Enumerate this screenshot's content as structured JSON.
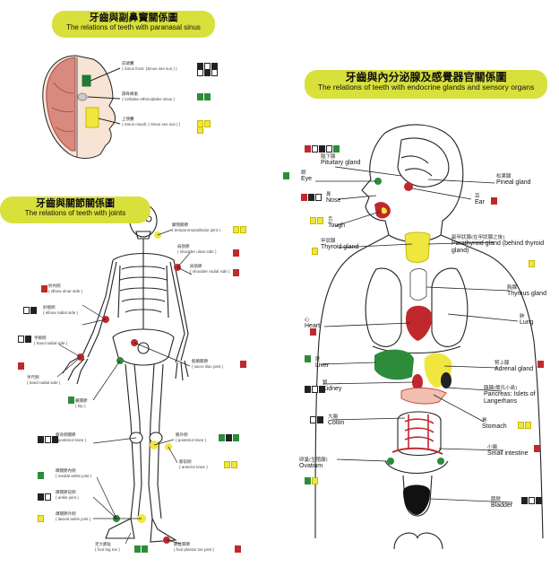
{
  "sinus": {
    "title_zh": "牙齒與副鼻竇關係圖",
    "title_en": "The relations of teeth with paranasal sinus",
    "labels": [
      {
        "zh": "前頭竇",
        "en": "( Sinus front. (Sinus ses sus ) )"
      },
      {
        "zh": "篩骨蜂巢",
        "en": "( Cellulae ethmoidales sinus )"
      },
      {
        "zh": "上顎竇",
        "en": "( Sinus maxill. ( Sinus ses sus ) )"
      }
    ]
  },
  "joints": {
    "title_zh": "牙齒與關節關係圖",
    "title_en": "The relations of teeth with joints",
    "labels": [
      {
        "zh": "顳顎關節",
        "en": "( temporomandibular joint )"
      },
      {
        "zh": "肩肋節",
        "en": "( shoulder ulnar side )"
      },
      {
        "zh": "肩肋節",
        "en": "( shoulder radial side )"
      },
      {
        "zh": "肘內側",
        "en": "( elbow ulnar side )"
      },
      {
        "zh": "肘橈側",
        "en": "( elbow radial side )"
      },
      {
        "zh": "手腕側",
        "en": "( hand radial side )"
      },
      {
        "zh": "手尺側",
        "en": "( hand radial side )"
      },
      {
        "zh": "骶骼關節",
        "en": "( sacro iliac joint )"
      },
      {
        "zh": "髖關節",
        "en": "( hip )"
      },
      {
        "zh": "膝背側關節",
        "en": "( posterior knee )"
      },
      {
        "zh": "膝外側",
        "en": "( posterior knee )"
      },
      {
        "zh": "膝前側",
        "en": "( anterior knee )"
      },
      {
        "zh": "踝關節內側",
        "en": "( medial ankle joint )"
      },
      {
        "zh": "踝關節前側",
        "en": "( ankle joint )"
      },
      {
        "zh": "踝關節外側",
        "en": "( lateral ankle joint )"
      },
      {
        "zh": "足大蹠趾",
        "en": "( foot big toe )"
      },
      {
        "zh": "蹠趾關節",
        "en": "( foot plantar toe joint )"
      }
    ]
  },
  "endocrine": {
    "title_zh": "牙齒與內分泌腺及感覺器官關係圖",
    "title_en": "The relations of teeth with endocrine glands and sensory organs",
    "labels": [
      {
        "zh": "腦下腺",
        "en": "Pituitary gland"
      },
      {
        "zh": "眼",
        "en": "Eye"
      },
      {
        "zh": "鼻",
        "en": "Nose"
      },
      {
        "zh": "舌",
        "en": "Tough"
      },
      {
        "zh": "甲狀腺",
        "en": "Thyroid gland"
      },
      {
        "zh": "松果腺",
        "en": "Pineal gland"
      },
      {
        "zh": "耳",
        "en": "Ear"
      },
      {
        "zh": "副甲狀腺(在甲狀腺之後)",
        "en": "Parathyroid gland (behind thyroid gland)"
      },
      {
        "zh": "胸腺",
        "en": "Thymus gland"
      },
      {
        "zh": "心",
        "en": "Heart"
      },
      {
        "zh": "肺",
        "en": "Lung"
      },
      {
        "zh": "肝",
        "en": "Liver"
      },
      {
        "zh": "腎上腺",
        "en": "Adrenal gland"
      },
      {
        "zh": "腎",
        "en": "Kidney"
      },
      {
        "zh": "胰臟(蘭氏小島)",
        "en": "Pancreas: Islets of Langerhans"
      },
      {
        "zh": "大腸",
        "en": "Colon"
      },
      {
        "zh": "胃",
        "en": "Stomach"
      },
      {
        "zh": "小腸",
        "en": "Small intestine"
      },
      {
        "zh": "卵巢(生殖腺)",
        "en": "Ovatium"
      },
      {
        "zh": "膀胱",
        "en": "Bladder"
      }
    ]
  },
  "colors": {
    "title_bg": "#d8e03c",
    "red": "#c0282d",
    "green": "#2d8c3a",
    "yellow": "#f0e640"
  }
}
